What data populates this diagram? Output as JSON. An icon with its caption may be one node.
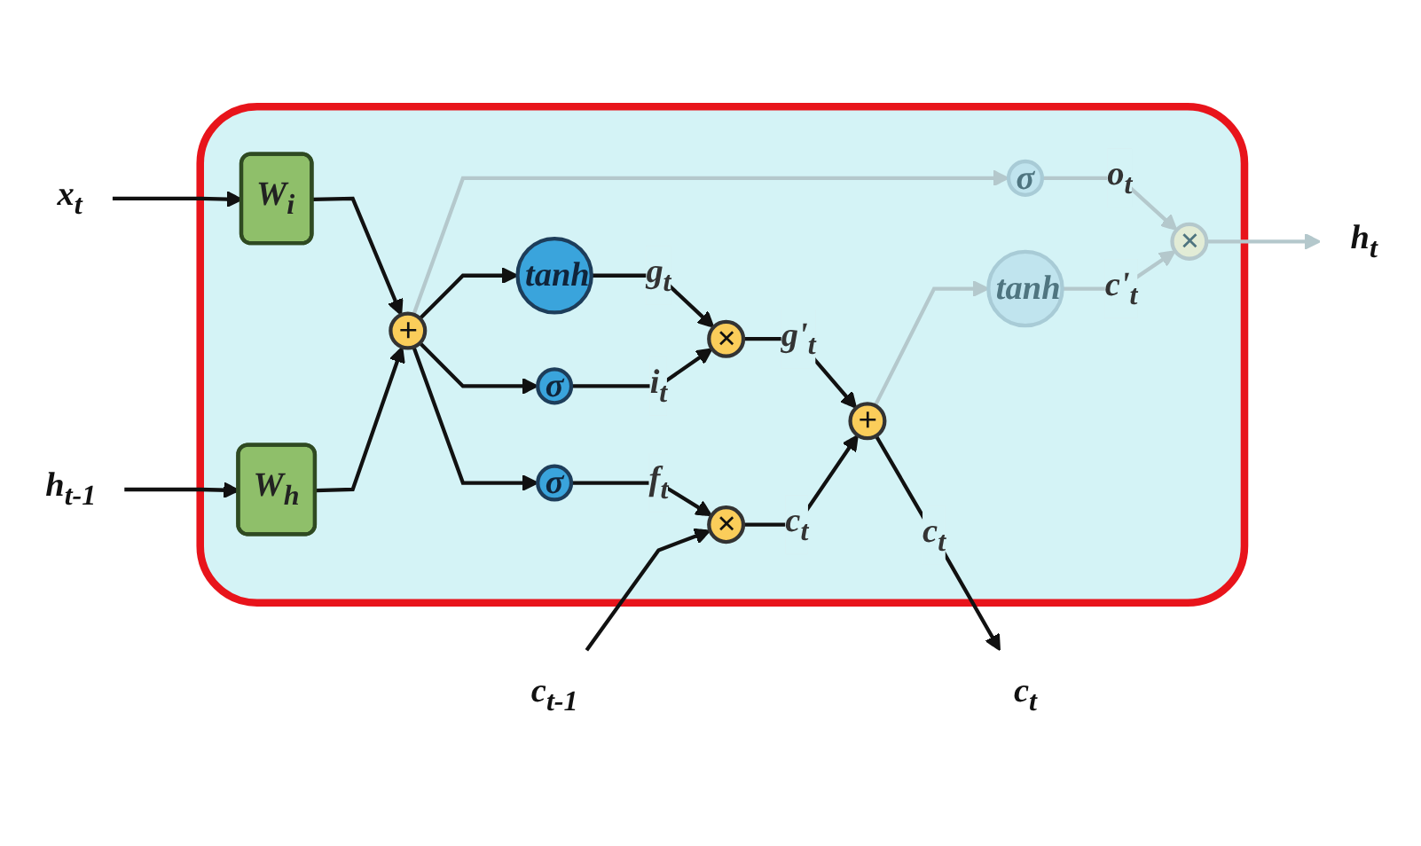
{
  "diagram": {
    "nodes": [
      {
        "text": [],
        "shape": "box"
      },
      {
        "text": [
          "c$_{t-1}$"
        ]
      },
      {
        "text": [
          "h$_{t-1}$"
        ]
      },
      {
        "text": [
          "x$_{t}$"
        ]
      },
      {
        "text": [
          "W$_{h}$"
        ],
        "in": 0
      },
      {
        "text": [
          "W$_{i}$"
        ],
        "in": 0
      },
      {
        "text": [
          "+"
        ],
        "in": 0
      },
      {
        "text": [
          "σ"
        ],
        "in": 0
      },
      {
        "text": [
          "×"
        ],
        "in": 0
      },
      {
        "text": [
          "σ"
        ],
        "in": 0
      },
      {
        "text": [
          "tanh"
        ],
        "in": 0
      },
      {
        "text": [
          "×"
        ],
        "in": 0
      },
      {
        "text": [
          "+"
        ],
        "in": 0
      },
      {
        "text": [
          "tanh"
        ],
        "in": 0
      },
      {
        "text": [
          "σ"
        ],
        "in": 0
      },
      {
        "text": [
          "×"
        ],
        "in": 0
      },
      {
        "text": [
          "c$_{t}$"
        ]
      },
      {
        "text": [
          "h$_{t}$"
        ]
      }
    ],
    "edges": [
      {
        "from": 1,
        "to": 8,
        "arrow": "to"
      },
      {
        "from": 2,
        "to": 4,
        "arrow": "to"
      },
      {
        "from": 3,
        "to": 5,
        "arrow": "to"
      },
      {
        "from": 4,
        "to": 6,
        "arrow": "to"
      },
      {
        "from": 5,
        "to": 6,
        "arrow": "to"
      },
      {
        "from": 6,
        "to": 7,
        "arrow": "to"
      },
      {
        "from": 7,
        "to": 8,
        "arrow": "to",
        "label": "f$_{t}$"
      },
      {
        "from": 8,
        "to": 12,
        "arrow": "to",
        "label": "c$_{t}$"
      },
      {
        "from": 6,
        "to": 9,
        "arrow": "to"
      },
      {
        "from": 6,
        "to": 10,
        "arrow": "to"
      },
      {
        "from": 9,
        "to": 11,
        "arrow": "to",
        "label": "i$_{t}$"
      },
      {
        "from": 10,
        "to": 11,
        "arrow": "to",
        "label": "g$_{t}$"
      },
      {
        "from": 11,
        "to": 12,
        "arrow": "to",
        "label": "g'$_{t}$"
      },
      {
        "from": 12,
        "to": 16,
        "arrow": "to",
        "label": "c$_{t}$"
      },
      {
        "from": 12,
        "to": 13,
        "arrow": "to",
        "color": "#b4c8cc"
      },
      {
        "from": 6,
        "to": 14,
        "arrow": "to",
        "color": "#b4c8cc"
      },
      {
        "from": 13,
        "to": 15,
        "arrow": "to",
        "label": "c'$_{t}$",
        "color": "#b4c8cc"
      },
      {
        "from": 14,
        "to": 15,
        "arrow": "to",
        "label": "o$_{t}$",
        "color": "#b4c8cc"
      },
      {
        "from": 15,
        "to": 17,
        "arrow": "to",
        "color": "#b4c8cc"
      }
    ]
  }
}
